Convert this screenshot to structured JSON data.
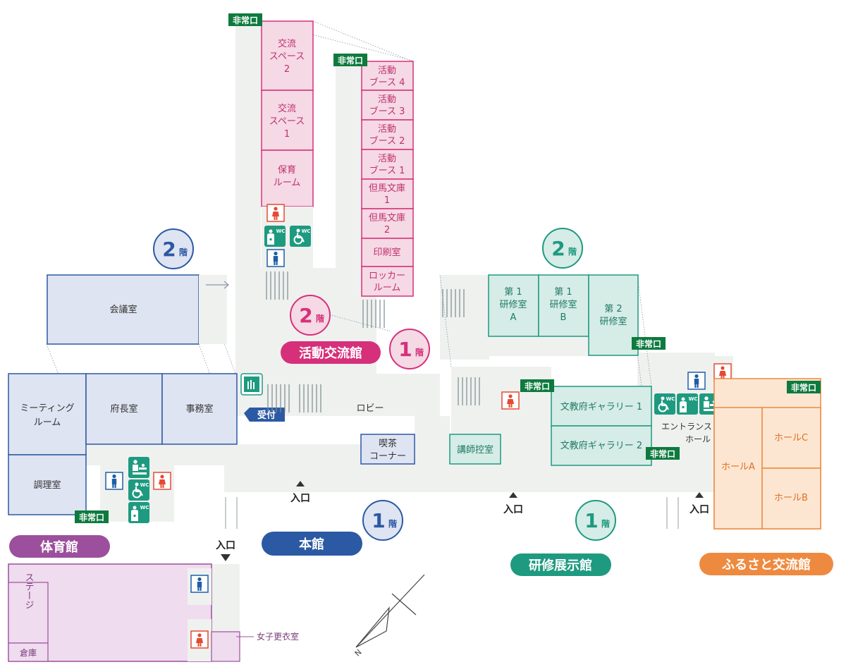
{
  "colors": {
    "honkan": "#2b59a3",
    "honkanFill": "#dfe4f2",
    "katsudo": "#d6307a",
    "katsudoFill": "#f5d9e5",
    "kenshu": "#1e9a80",
    "kenshuFill": "#d6ece6",
    "furusato": "#ee8a3f",
    "furusatoFill": "#fce6d2",
    "taiiku": "#9c4f9c",
    "taiikuFill": "#efdcef",
    "corridor": "#eff1ef",
    "exitGreen": "#0d7a3e",
    "womenRed": "#e44b33",
    "menBlue": "#1d5fa6"
  },
  "buildings": {
    "honkan": "本館",
    "katsudo": "活動交流館",
    "kenshu": "研修展示館",
    "furusato": "ふるさと交流館",
    "taiiku": "体育館"
  },
  "floors": {
    "f1": "1",
    "f2": "2",
    "kai": "階"
  },
  "honkan": {
    "rooms": {
      "kaigi": "会議室",
      "meeting1": "ミーティング",
      "meeting2": "ルーム",
      "fucho": "府長室",
      "jimu": "事務室",
      "chori": "調理室",
      "kissa1": "喫茶",
      "kissa2": "コーナー",
      "lobby": "ロビー"
    },
    "uketsuke": "受付"
  },
  "katsudo": {
    "rooms": {
      "ks2a": "交流",
      "ks2b": "スペース",
      "ks2c": "2",
      "ks1a": "交流",
      "ks1b": "スペース",
      "ks1c": "1",
      "hoikuA": "保育",
      "hoikuB": "ルーム",
      "b4a": "活動",
      "b4b": "ブース 4",
      "b3a": "活動",
      "b3b": "ブース 3",
      "b2a": "活動",
      "b2b": "ブース 2",
      "b1a": "活動",
      "b1b": "ブース 1",
      "t1a": "但馬文庫",
      "t1b": "1",
      "t2a": "但馬文庫",
      "t2b": "2",
      "insatsu": "印刷室",
      "lockerA": "ロッカー",
      "lockerB": "ルーム"
    }
  },
  "kenshu": {
    "rooms": {
      "k1aA": "第 1",
      "k1aB": "研修室",
      "k1aC": "A",
      "k1bA": "第 1",
      "k1bB": "研修室",
      "k1bC": "B",
      "k2A": "第 2",
      "k2B": "研修室",
      "g1": "文教府ギャラリー 1",
      "g2": "文教府ギャラリー 2",
      "koushi": "講師控室"
    }
  },
  "furusato": {
    "rooms": {
      "hallA": "ホールA",
      "hallB": "ホールB",
      "hallC": "ホールC",
      "ent1": "エントランス",
      "ent2": "ホール"
    }
  },
  "taiiku": {
    "rooms": {
      "stage": "ステージ",
      "souko": "倉庫",
      "joshi": "女子更衣室"
    }
  },
  "labels": {
    "exit": "非常口",
    "entrance": "入口",
    "wc": "WC"
  },
  "icons": [
    "women-toilet-icon",
    "men-toilet-icon",
    "accessible-toilet-icon",
    "ostomate-toilet-icon",
    "baby-changing-icon",
    "braille-guide-icon",
    "north-arrow-icon",
    "stairs-icon"
  ]
}
